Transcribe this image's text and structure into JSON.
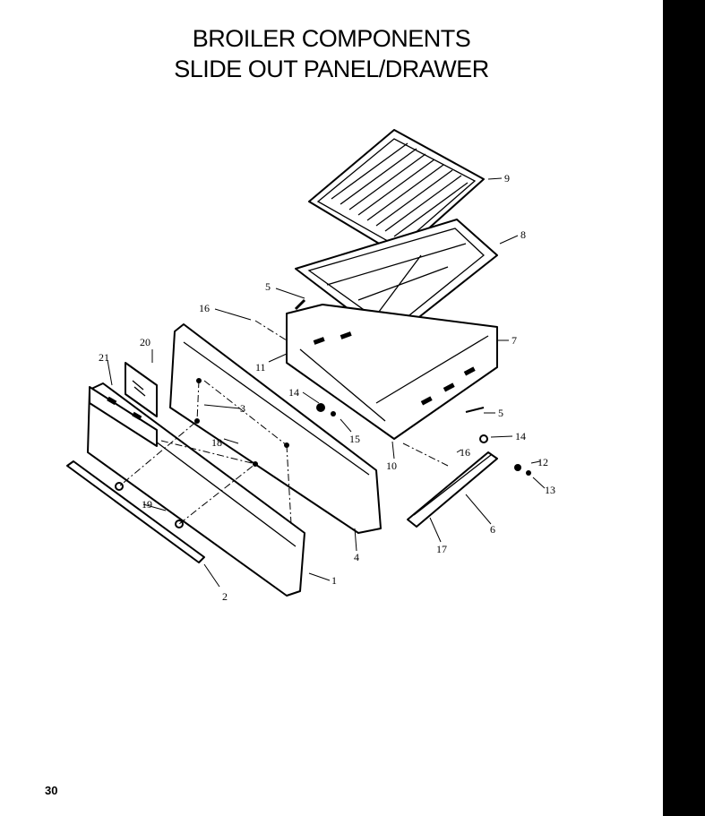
{
  "title": {
    "line1": "BROILER COMPONENTS",
    "line2": "SLIDE OUT PANEL/DRAWER"
  },
  "page_number": "30",
  "callouts": {
    "c1": "1",
    "c2": "2",
    "c3": "3",
    "c4": "4",
    "c5a": "5",
    "c5b": "5",
    "c6": "6",
    "c7": "7",
    "c8": "8",
    "c9": "9",
    "c10": "10",
    "c11": "11",
    "c12": "12",
    "c13": "13",
    "c14a": "14",
    "c14b": "14",
    "c15": "15",
    "c16a": "16",
    "c16b": "16",
    "c17": "17",
    "c18": "18",
    "c19": "19",
    "c20": "20",
    "c21": "21"
  }
}
